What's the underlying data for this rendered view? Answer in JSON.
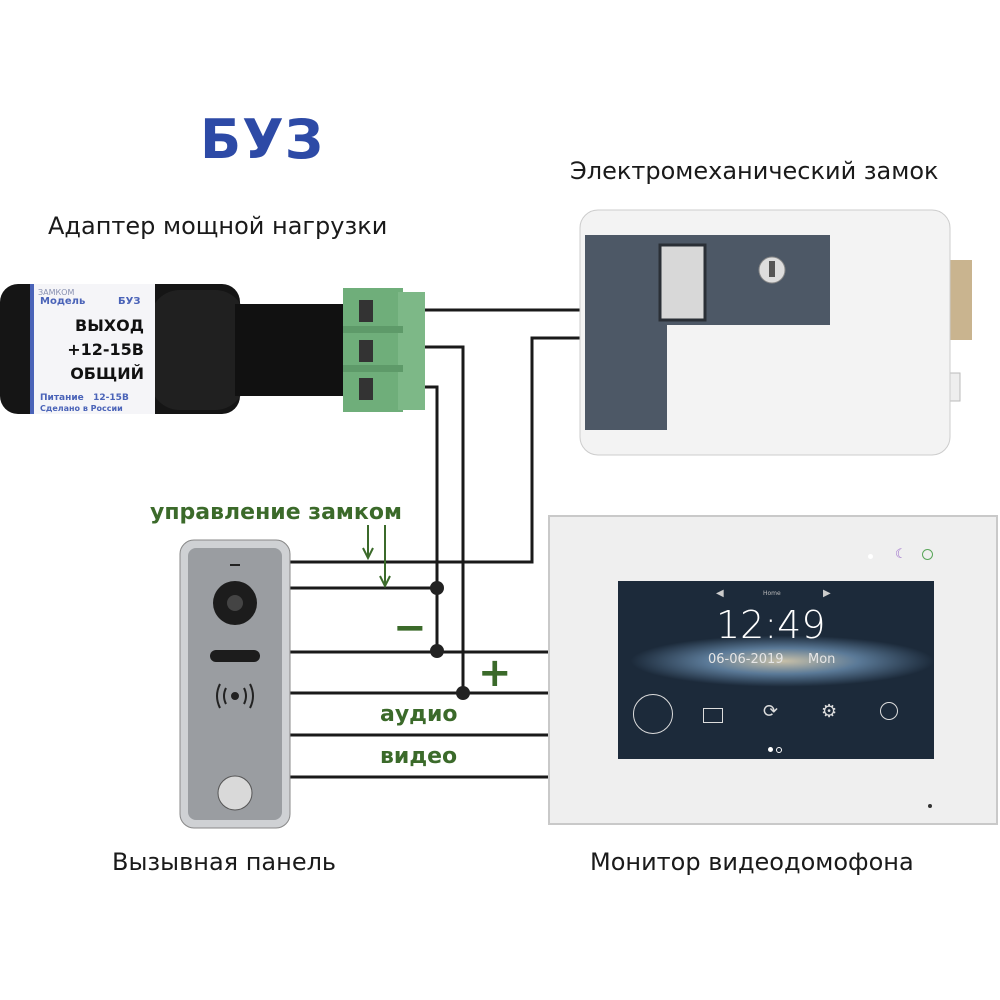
{
  "title": "БУЗ",
  "captions": {
    "adapter": "Адаптер мощной нагрузки",
    "lock": "Электромеханический замок",
    "panel": "Вызывная панель",
    "monitor": "Монитор видеодомофона"
  },
  "adapter_label": {
    "brand": "ЗАМКОМ",
    "model_label": "Модель",
    "model": "БУЗ",
    "line1": "ВЫХОД",
    "line2": "+12-15В",
    "line3": "ОБЩИЙ",
    "power": "Питание   12-15В",
    "made": "Сделано в России"
  },
  "wires": {
    "lock_control": "управление замком",
    "minus": "−",
    "plus": "+",
    "audio": "аудио",
    "video": "видео"
  },
  "monitor_screen": {
    "nav": "Home",
    "time": "12:49",
    "date": "06-06-2019",
    "day": "Mon"
  },
  "colors": {
    "title": "#2d4aa6",
    "wire_label": "#3b6a2a",
    "terminal": "#6fae7a"
  }
}
